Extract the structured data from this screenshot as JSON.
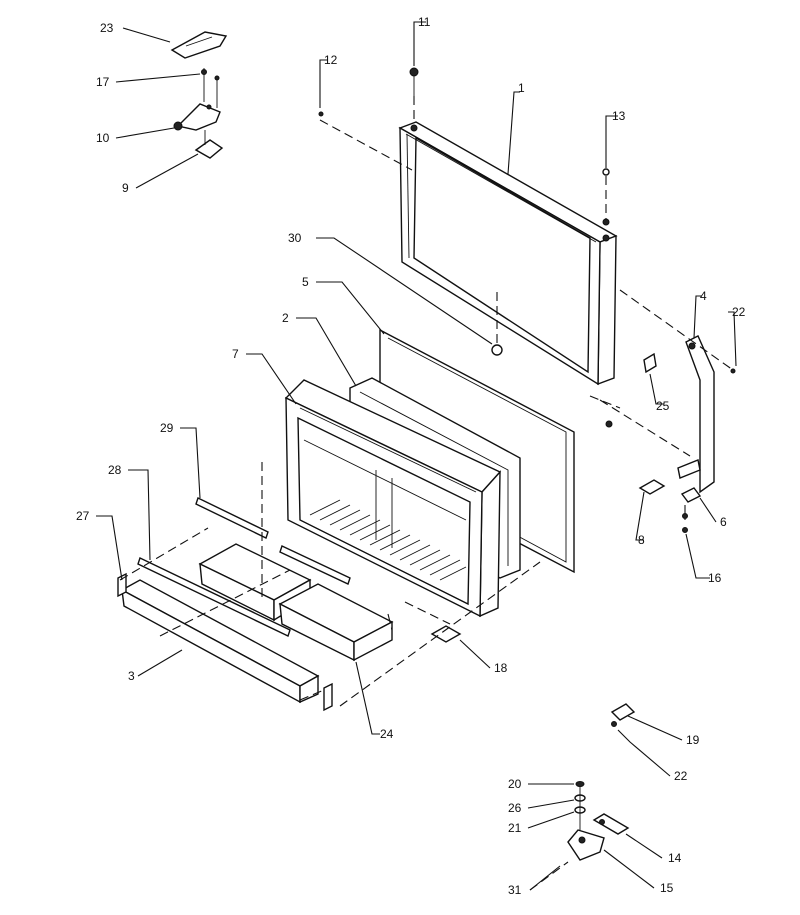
{
  "callouts": [
    "1",
    "2",
    "3",
    "4",
    "5",
    "6",
    "7",
    "8",
    "9",
    "10",
    "11",
    "12",
    "13",
    "14",
    "15",
    "16",
    "17",
    "18",
    "19",
    "20",
    "21",
    "22",
    "22",
    "23",
    "24",
    "25",
    "26",
    "27",
    "28",
    "29",
    "30",
    "31"
  ]
}
